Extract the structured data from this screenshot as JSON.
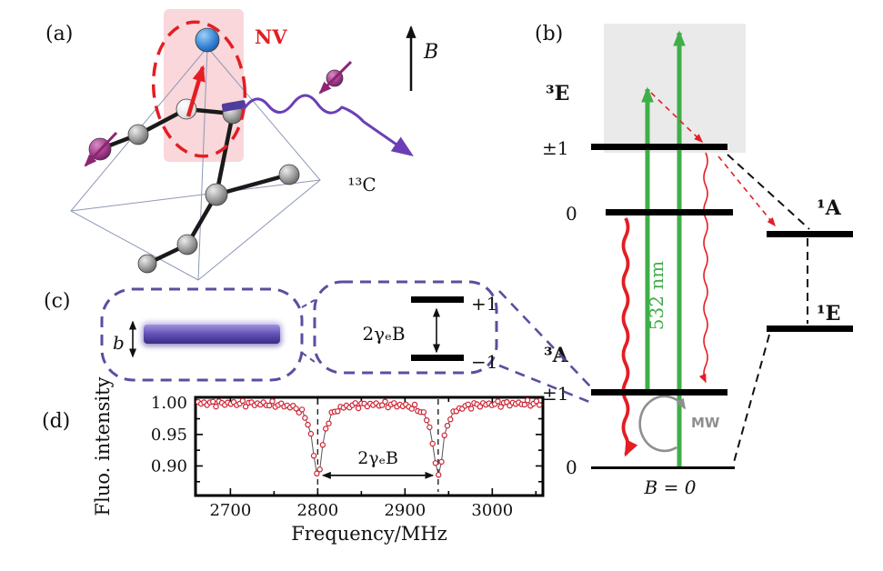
{
  "panels": {
    "a": "(a)",
    "b": "(b)",
    "c": "(c)",
    "d": "(d)"
  },
  "panel_a": {
    "nv": "NV",
    "b_field": "B",
    "carbon13": "¹³C"
  },
  "panel_b": {
    "triplet_excited": "³E",
    "excited_pm1": "±1",
    "excited_zero": "0",
    "singlet_a": "¹A",
    "singlet_e": "¹E",
    "triplet_ground": "³A",
    "ground_pm1": "±1",
    "ground_zero": "0",
    "laser": "532 nm",
    "mw": "MW",
    "field_zero": "B = 0"
  },
  "panel_c": {
    "field_amp": "b",
    "plus_one": "+1",
    "minus_one": "−1",
    "splitting": "2γₑB"
  },
  "chart_data": {
    "type": "line",
    "title": "",
    "xlabel": "Frequency/MHz",
    "ylabel": "Fluo. intensity",
    "xlim": [
      2660,
      3058
    ],
    "ylim": [
      0.853,
      1.009
    ],
    "x_ticks": [
      2700,
      2800,
      2900,
      3000
    ],
    "x_minor_ticks": [
      2750,
      2850,
      2950,
      3050
    ],
    "y_ticks": [
      1.0,
      0.95,
      0.9
    ],
    "y_tick_labels": [
      "1.00",
      "0.95",
      "0.90"
    ],
    "y_minor_ticks": [
      0.975,
      0.925,
      0.875
    ],
    "baseline": 1.0,
    "sample_step": 3.4,
    "dips": [
      {
        "center": 2800,
        "depth": 0.115,
        "fwhm": 14
      },
      {
        "center": 2938,
        "depth": 0.115,
        "fwhm": 14
      }
    ],
    "annotation": {
      "label": "2γₑB",
      "arrow_y": 0.885
    },
    "marker": {
      "shape": "open-circle",
      "color": "#cf2233"
    },
    "grid": false,
    "legend_position": "none"
  },
  "colors": {
    "red": "#e31e24",
    "green": "#3fae49",
    "purple": "#5b4ea0",
    "violet_arrow": "#6a3fb5",
    "spin_magenta": "#8d2573",
    "gray_band": "#eaeaea",
    "mw_gray": "#8f8f8f",
    "marker_red": "#cf2233"
  }
}
